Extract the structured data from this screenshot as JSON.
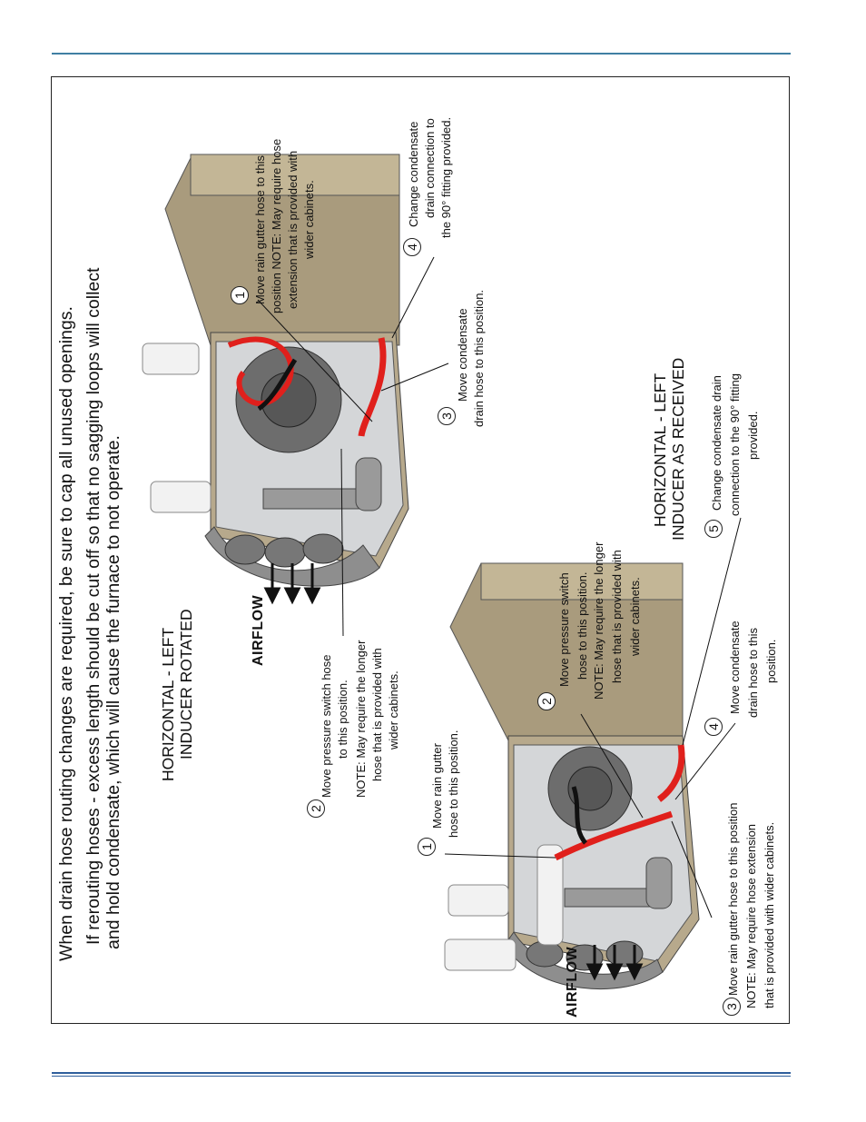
{
  "instructions": {
    "line1": "When drain hose routing changes are required, be sure to cap all unused openings.",
    "line2": "If rerouting hoses - excess length should be cut off so that no sagging loops will collect",
    "line3": "and hold condensate, which will cause the furnace to not operate."
  },
  "figure_rotated": {
    "heading_line1": "HORIZONTAL - LEFT",
    "heading_line2": "INDUCER ROTATED",
    "airflow": "AIRFLOW",
    "callouts": [
      {
        "num": "1",
        "lines": [
          "Move rain gutter hose to this",
          "position NOTE: May require hose",
          "extension that is provided with",
          "wider cabinets."
        ]
      },
      {
        "num": "2",
        "lines": [
          "Move pressure switch hose",
          "to this position.",
          "NOTE: May require the longer",
          "hose that is provided with",
          "wider cabinets."
        ]
      },
      {
        "num": "3",
        "lines": [
          "Move condensate",
          "drain hose to this position."
        ]
      },
      {
        "num": "4",
        "lines": [
          "Change condensate",
          "drain connection to",
          "the 90° fitting provided."
        ]
      }
    ]
  },
  "figure_received": {
    "heading_line1": "HORIZONTAL - LEFT",
    "heading_line2": "INDUCER AS RECEIVED",
    "airflow": "AIRFLOW",
    "callouts": [
      {
        "num": "1",
        "lines": [
          "Move rain gutter",
          "hose to this position."
        ]
      },
      {
        "num": "2",
        "lines": [
          "Move pressure switch",
          "hose to this position.",
          "NOTE: May require the longer",
          "hose that is provided with",
          "wider cabinets."
        ]
      },
      {
        "num": "3",
        "lines": [
          "Move rain gutter hose to this position",
          "NOTE: May require hose extension",
          "that is provided with wider cabinets."
        ]
      },
      {
        "num": "4",
        "lines": [
          "Move condensate",
          "drain hose to this",
          "position."
        ]
      },
      {
        "num": "5",
        "lines": [
          "Change condensate drain",
          "connection to the 90° fitting",
          "provided."
        ]
      }
    ]
  },
  "colors": {
    "rule": "#2f5f9c",
    "cabinet": "#b7a98c",
    "hose": "#e0201c",
    "pipe": "#f2f2f2"
  }
}
